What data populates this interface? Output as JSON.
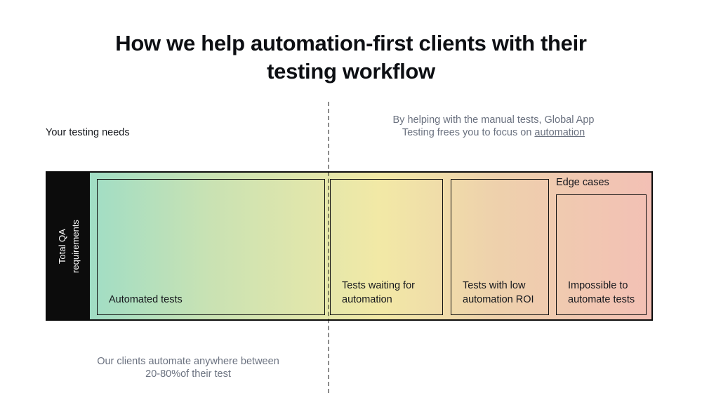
{
  "title": {
    "line1_prefix": "How we help ",
    "emphasis": "automation-first",
    "line1_suffix": " clients with their",
    "line2": "testing workflow"
  },
  "left_label": "Your testing needs",
  "right_note": {
    "line1": "By helping with the manual tests, Global App",
    "line2_prefix": "Testing frees you to focus on ",
    "link": "automation"
  },
  "bottom_note": {
    "line1": "Our clients automate anywhere between",
    "line2": "20-80%of their test"
  },
  "bar": {
    "axis_label_lines": [
      "Total QA",
      "requirements"
    ],
    "edge_cases_label": "Edge cases",
    "boxes": [
      {
        "label_lines": [
          "Automated tests"
        ]
      },
      {
        "label_lines": [
          "Tests waiting for",
          "automation"
        ]
      },
      {
        "label_lines": [
          "Tests with low",
          "automation ROI"
        ]
      },
      {
        "label_lines": [
          "Impossible to",
          "automate tests"
        ]
      }
    ],
    "colors": {
      "start": "#9eddc6",
      "mid_green": "#c9e2b3",
      "yellow": "#f2e9a6",
      "peach": "#eed1ac",
      "end": "#f3c0b5",
      "black_box": "#0c0c0c"
    }
  }
}
